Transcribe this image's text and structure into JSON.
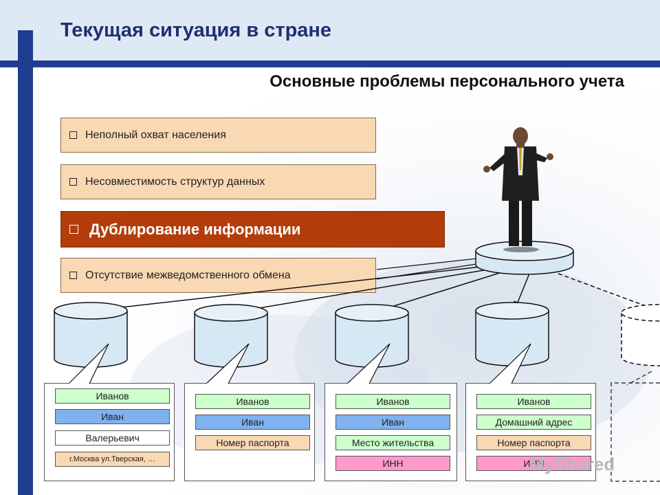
{
  "slide": {
    "title": "Текущая ситуация в стране",
    "subtitle": "Основные проблемы персонального учета"
  },
  "problems": [
    {
      "label": "Неполный охват населения",
      "highlighted": false
    },
    {
      "label": "Несовместимость структур данных",
      "highlighted": false
    },
    {
      "label": "Дублирование информации",
      "highlighted": true
    },
    {
      "label": "Отсутствие межведомственного обмена",
      "highlighted": false
    }
  ],
  "records": [
    [
      "Иванов",
      "Иван",
      "Валерьевич",
      "г.Москва ул.Тверская, …"
    ],
    [
      "Иванов",
      "Иван",
      "Номер паспорта"
    ],
    [
      "Иванов",
      "Иван",
      "Место жительства",
      "ИНН"
    ],
    [
      "Иванов",
      "Домашний адрес",
      "Номер паспорта",
      "ИНН"
    ]
  ],
  "colors": {
    "header_band": "#dde9f5",
    "accent_navy": "#1f3d8f",
    "problem_fill": "#f9d8b4",
    "highlight_fill": "#b33d0a",
    "db_fill": "#d7e8f5",
    "field_green": "#ccffcc",
    "field_blue": "#7fb2ee",
    "field_peach": "#f9d8b4",
    "field_pink": "#ff99cc"
  },
  "watermark": "MyShared"
}
